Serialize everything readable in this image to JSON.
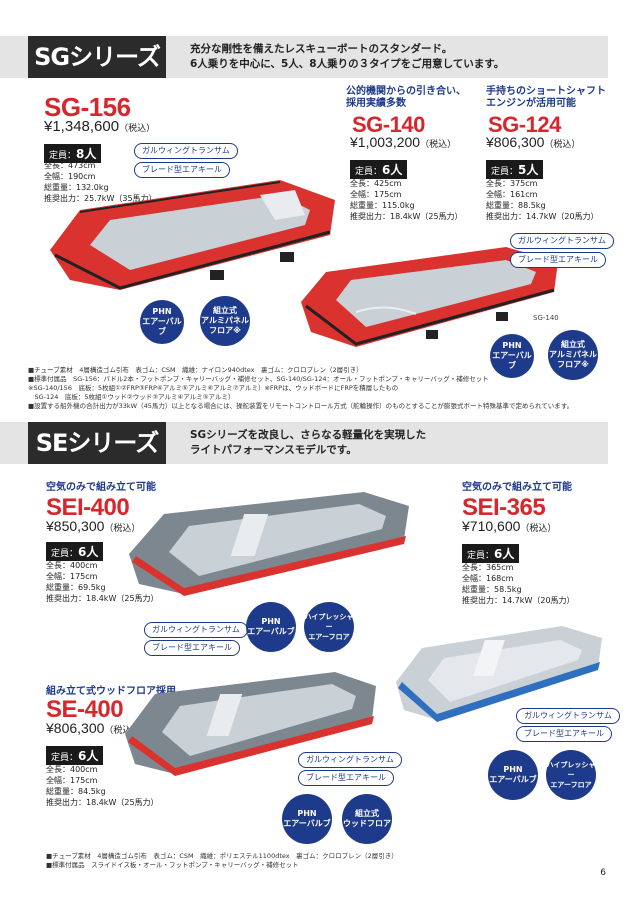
{
  "sg": {
    "title": "SGシリーズ",
    "desc1": "充分な剛性を備えたレスキューボートのスタンダード。",
    "desc2": "6人乗りを中心に、5人、8人乗りの３タイプをご用意しています。",
    "sg156": {
      "model": "SG-156",
      "price": "¥1,348,600",
      "tax": "（税込）",
      "capacity_label": "定員：",
      "capacity": "8人",
      "specs": [
        "全長：473cm",
        "全幅：190cm",
        "総重量：132.0kg",
        "推奨出力：25.7kW（35馬力）"
      ],
      "pill1": "ガルウィングトランサム",
      "pill2": "ブレード型エアキール",
      "circle1": [
        "PHN",
        "エアーバルブ"
      ],
      "circle2": [
        "組立式",
        "アルミパネル",
        "フロア※"
      ]
    },
    "sg140": {
      "tagline1": "公的機関からの引き合い、",
      "tagline2": "採用実績多数",
      "model": "SG-140",
      "price": "¥1,003,200",
      "tax": "（税込）",
      "capacity_label": "定員：",
      "capacity": "6人",
      "specs": [
        "全長：425cm",
        "全幅：175cm",
        "総重量：115.0kg",
        "推奨出力：18.4kW（25馬力）"
      ],
      "image_label": "SG-140"
    },
    "sg124": {
      "tagline1": "手持ちのショートシャフト",
      "tagline2": "エンジンが活用可能",
      "model": "SG-124",
      "price": "¥806,300",
      "tax": "（税込）",
      "capacity_label": "定員：",
      "capacity": "5人",
      "specs": [
        "全長：375cm",
        "全幅：161cm",
        "総重量：88.5kg",
        "推奨出力：14.7kW（20馬力）"
      ],
      "pill1": "ガルウィングトランサム",
      "pill2": "ブレード型エアキール",
      "circle1": [
        "PHN",
        "エアーバルブ"
      ],
      "circle2": [
        "組立式",
        "アルミパネル",
        "フロア※"
      ]
    },
    "notes": [
      "■チューブ素材　4層構造ゴム引布　表ゴム：CSM　織維：ナイロン940dtex　裏ゴム：クロロプレン（2層引き）",
      "■標準付属品　SG-156：パドル2本・フットポンプ・キャリーバッグ・補修セット、SG-140/SG-124：オール・フットポンプ・キャリーバッグ・補修セット",
      "※SG-140/156　底板：5枚組①②FRP③FRP④アルミ⑤アルミ⑥アルミ⑦アルミ）※FRPは、ウッドボードにFRPを積層したもの",
      "　SG-124　底板：5枚組①ウッド②ウッド③アルミ④アルミ⑤アルミ）",
      "■設置する船外機の合計出力が33kW（45馬力）以上となる場合には、操舵装置をリモートコントロール方式（舵輪操作）のものとすることが膨張式ボート特殊基準で定められています。"
    ]
  },
  "se": {
    "title": "SEシリーズ",
    "desc1": "SGシリーズを改良し、さらなる軽量化を実現した",
    "desc2": "ライトパフォーマンスモデルです。",
    "sei400": {
      "tagline": "空気のみで組み立て可能",
      "model": "SEI-400",
      "price": "¥850,300",
      "tax": "（税込）",
      "capacity_label": "定員：",
      "capacity": "6人",
      "specs": [
        "全長：400cm",
        "全幅：175cm",
        "総重量：69.5kg",
        "推奨出力：18.4kW（25馬力）"
      ],
      "pill1": "ガルウィングトランサム",
      "pill2": "ブレード型エアキール",
      "circle1": [
        "PHN",
        "エアーバルブ"
      ],
      "circle2": [
        "ハイプレッシャー",
        "エアーフロア"
      ]
    },
    "sei365": {
      "tagline": "空気のみで組み立て可能",
      "model": "SEI-365",
      "price": "¥710,600",
      "tax": "（税込）",
      "capacity_label": "定員：",
      "capacity": "6人",
      "specs": [
        "全長：365cm",
        "全幅：168cm",
        "総重量：58.5kg",
        "推奨出力：14.7kW（20馬力）"
      ],
      "pill1": "ガルウィングトランサム",
      "pill2": "ブレード型エアキール",
      "circle1": [
        "PHN",
        "エアーバルブ"
      ],
      "circle2": [
        "ハイプレッシャー",
        "エアーフロア"
      ]
    },
    "se400": {
      "tagline": "組み立て式ウッドフロア採用",
      "model": "SE-400",
      "price": "¥806,300",
      "tax": "（税込）",
      "capacity_label": "定員：",
      "capacity": "6人",
      "specs": [
        "全長：400cm",
        "全幅：175cm",
        "総重量：84.5kg",
        "推奨出力：18.4kW（25馬力）"
      ],
      "pill1": "ガルウィングトランサム",
      "pill2": "ブレード型エアキール",
      "circle1": [
        "PHN",
        "エアーバルブ"
      ],
      "circle2": [
        "組立式",
        "ウッドフロア"
      ]
    },
    "notes": [
      "■チューブ素材　4層構造ゴム引布　表ゴム：CSM　織維：ポリエステル1100dtex　裏ゴム：クロロプレン（2層引き）",
      "■標準付属品　スライドイス板・オール・フットポンプ・キャリーバッグ・補修セット"
    ]
  },
  "page_number": "6",
  "colors": {
    "red": "#d8262d",
    "navy": "#1e3a8a",
    "dark": "#2b2b2b",
    "banner": "#e4e4e4",
    "boat_red": "#d9322f",
    "boat_gray": "#7d8790",
    "boat_blue": "#2f6fc0",
    "deck": "#c9d0d6"
  }
}
